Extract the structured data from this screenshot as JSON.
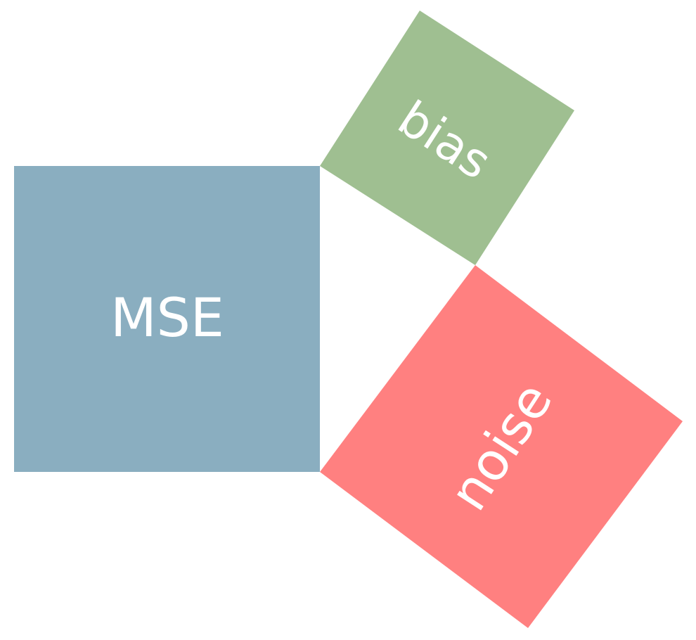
{
  "squares": {
    "mse": {
      "label": "MSE",
      "color": "#8aaec0"
    },
    "bias": {
      "label": "bias",
      "color": "#9fbf91"
    },
    "noise": {
      "label": "noise",
      "color": "#ff8080"
    }
  }
}
